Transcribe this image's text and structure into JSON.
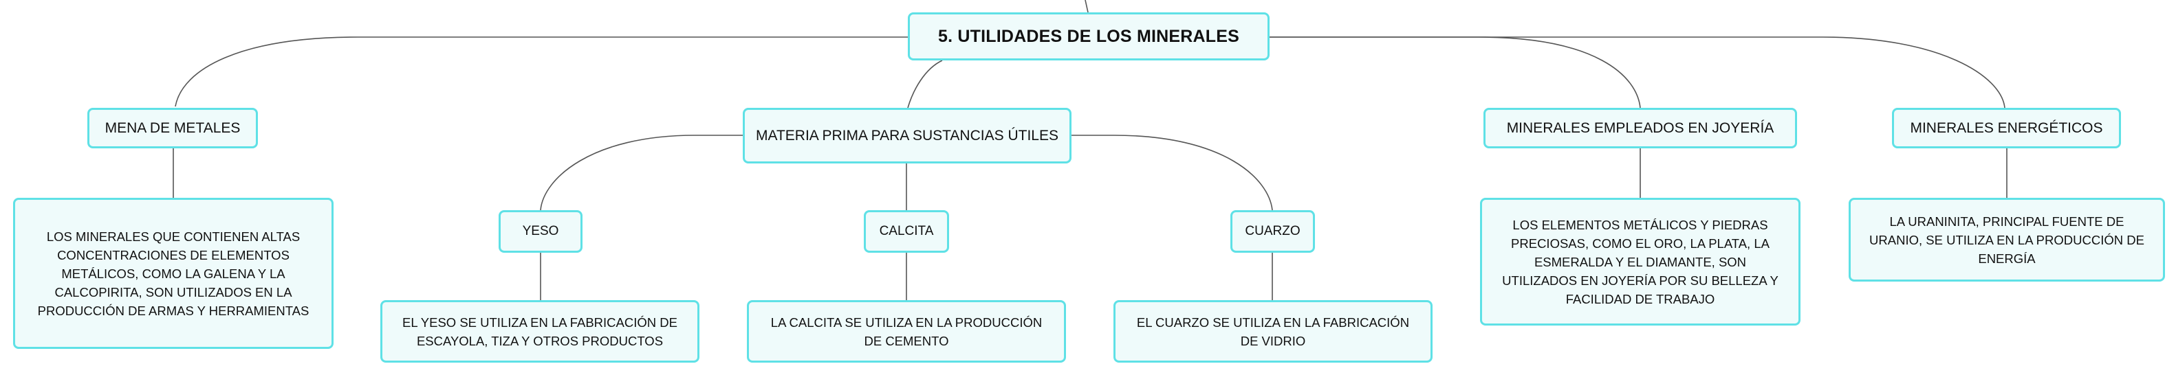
{
  "title": "5. UTILIDADES DE LOS MINERALES",
  "branches": {
    "metales": {
      "label": "MENA DE METALES",
      "description": "LOS MINERALES QUE CONTIENEN ALTAS CONCENTRACIONES DE ELEMENTOS METÁLICOS, COMO LA GALENA Y LA CALCOPIRITA, SON UTILIZADOS EN LA PRODUCCIÓN DE ARMAS Y HERRAMIENTAS"
    },
    "materia_prima": {
      "label": "MATERIA PRIMA PARA SUSTANCIAS ÚTILES",
      "children": {
        "yeso": {
          "label": "YESO",
          "description": "EL YESO SE UTILIZA EN LA FABRICACIÓN DE ESCAYOLA, TIZA Y OTROS PRODUCTOS"
        },
        "calcita": {
          "label": "CALCITA",
          "description": "LA CALCITA SE UTILIZA EN LA PRODUCCIÓN DE CEMENTO"
        },
        "cuarzo": {
          "label": "CUARZO",
          "description": "EL CUARZO SE UTILIZA EN LA FABRICACIÓN DE VIDRIO"
        }
      }
    },
    "joyeria": {
      "label": "MINERALES EMPLEADOS EN JOYERÍA",
      "description": "LOS ELEMENTOS METÁLICOS Y PIEDRAS PRECIOSAS, COMO EL ORO, LA PLATA, LA ESMERALDA Y EL DIAMANTE, SON UTILIZADOS EN JOYERÍA POR SU BELLEZA Y FACILIDAD DE TRABAJO"
    },
    "energeticos": {
      "label": "MINERALES ENERGÉTICOS",
      "description": "LA URANINITA, PRINCIPAL FUENTE DE URANIO, SE UTILIZA EN LA PRODUCCIÓN DE ENERGÍA"
    }
  },
  "colors": {
    "node_border": "#5fe1e6",
    "node_fill": "#effbfb",
    "connector": "#555555",
    "text": "#111111"
  }
}
